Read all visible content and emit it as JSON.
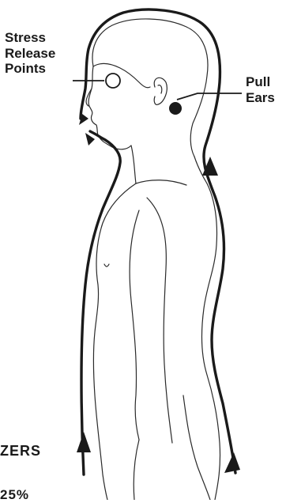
{
  "labels": {
    "stress_release": [
      "Stress",
      "Release",
      "Points"
    ],
    "pull_ears": [
      "Pull",
      "Ears"
    ],
    "partial_word": "ZERS",
    "partial_number": "25%"
  },
  "colors": {
    "ink": "#1a1a1a",
    "background": "#ffffff"
  },
  "icons": {
    "stress_point_marker": "hollow-circle",
    "ear_point_marker": "filled-circle",
    "flow_arrows": "arrowhead"
  }
}
